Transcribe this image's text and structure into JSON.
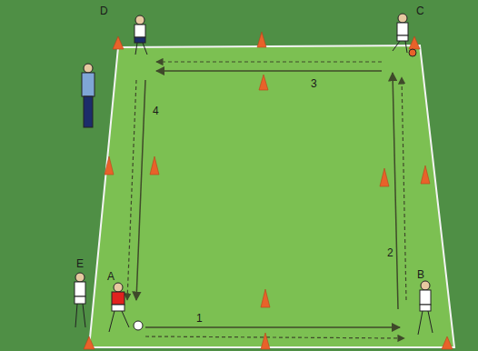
{
  "diagram": {
    "labels": [
      "D",
      "C",
      "3",
      "4",
      "2",
      "E",
      "A",
      "B",
      "1"
    ]
  }
}
